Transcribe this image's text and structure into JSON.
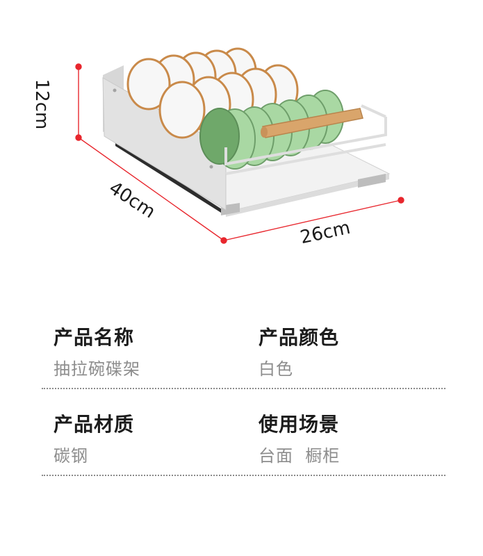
{
  "dimensions": {
    "height": "12cm",
    "depth": "40cm",
    "width": "26cm",
    "line_color": "#e8262d"
  },
  "specs": [
    {
      "title": "产品名称",
      "value": "抽拉碗碟架"
    },
    {
      "title": "产品颜色",
      "value": "白色"
    },
    {
      "title": "产品材质",
      "value": "碳钢"
    },
    {
      "title": "使用场景",
      "value": "台面  橱柜"
    }
  ],
  "colors": {
    "plate_rim": "#c98a4a",
    "bowl": "#a9d8a3",
    "rack": "#e3e3e3",
    "rolling_pin": "#d9a56b"
  }
}
